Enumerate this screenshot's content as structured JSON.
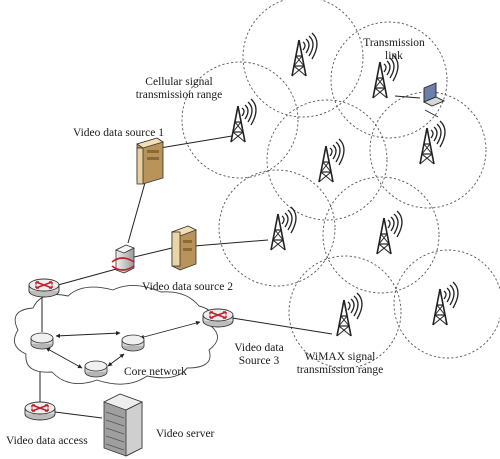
{
  "labels": {
    "transmission_link_line1": "Transmission",
    "transmission_link_line2": "link",
    "cellular_range_line1": "Cellular signal",
    "cellular_range_line2": "transmission range",
    "video_source_1": "Video data source 1",
    "video_source_2": "Video data source 2",
    "video_source_3_line1": "Video data",
    "video_source_3_line2": "Source 3",
    "core_network": "Core network",
    "wimax_range_line1": "WiMAX signal",
    "wimax_range_line2": "transmission range",
    "video_data_access": "Video data access",
    "video_server": "Video server"
  },
  "colors": {
    "line": "#222222",
    "dashed_circle": "#555555",
    "server_tan": "#e8cf9e",
    "server_dark": "#b8935a",
    "router_fill": "#e6e6e6",
    "router_arrow": "#c0202a",
    "laptop_screen": "#6b7fa8"
  }
}
